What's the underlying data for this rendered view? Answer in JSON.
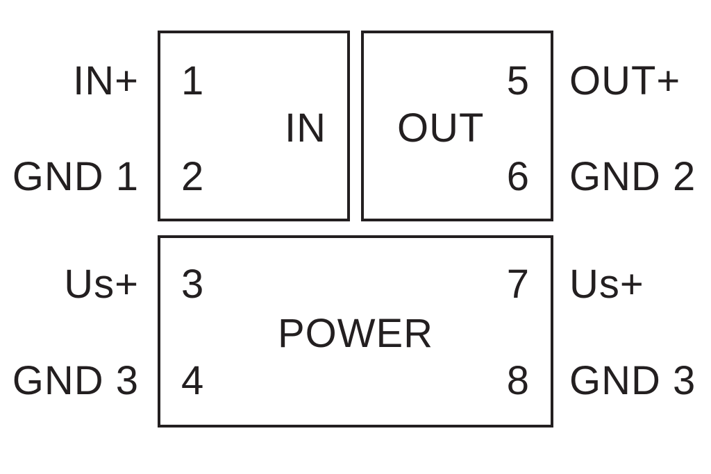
{
  "diagram": {
    "type": "terminal-pin-assignment",
    "colors": {
      "line": "#231f20",
      "background": "#ffffff"
    },
    "blocks": [
      {
        "id": "in",
        "label": "IN"
      },
      {
        "id": "out",
        "label": "OUT"
      },
      {
        "id": "power",
        "label": "POWER"
      }
    ],
    "pins": [
      {
        "number": "1",
        "external_label": "IN+",
        "block": "IN",
        "side": "left"
      },
      {
        "number": "2",
        "external_label": "GND 1",
        "block": "IN",
        "side": "left"
      },
      {
        "number": "3",
        "external_label": "Us+",
        "block": "POWER",
        "side": "left"
      },
      {
        "number": "4",
        "external_label": "GND 3",
        "block": "POWER",
        "side": "left"
      },
      {
        "number": "5",
        "external_label": "OUT+",
        "block": "OUT",
        "side": "right"
      },
      {
        "number": "6",
        "external_label": "GND 2",
        "block": "OUT",
        "side": "right"
      },
      {
        "number": "7",
        "external_label": "Us+",
        "block": "POWER",
        "side": "right"
      },
      {
        "number": "8",
        "external_label": "GND 3",
        "block": "POWER",
        "side": "right"
      }
    ]
  }
}
